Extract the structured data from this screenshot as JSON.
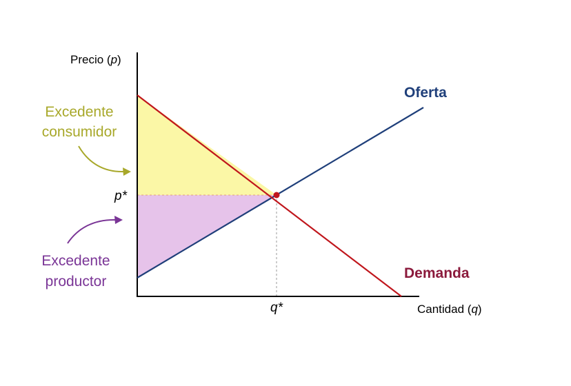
{
  "axes": {
    "y_label": "Precio (",
    "y_symbol": "p",
    "y_label_close": ")",
    "x_label": "Cantidad (",
    "x_symbol": "q",
    "x_label_close": ")"
  },
  "equilibrium": {
    "price_label": "p*",
    "quantity_label": "q*"
  },
  "curves": {
    "supply_label": "Oferta",
    "demand_label": "Demanda"
  },
  "surplus": {
    "consumer_line1": "Excedente",
    "consumer_line2": "consumidor",
    "producer_line1": "Excedente",
    "producer_line2": "productor"
  },
  "colors": {
    "supply": "#1f3f7a",
    "demand": "#c0161c",
    "demand_label": "#8b1a3c",
    "consumer_fill": "#fbf7a6",
    "producer_fill": "#e6c3ea",
    "consumer_text": "#a8a82a",
    "producer_text": "#7a3596",
    "equilibrium_point": "#c0161c"
  }
}
